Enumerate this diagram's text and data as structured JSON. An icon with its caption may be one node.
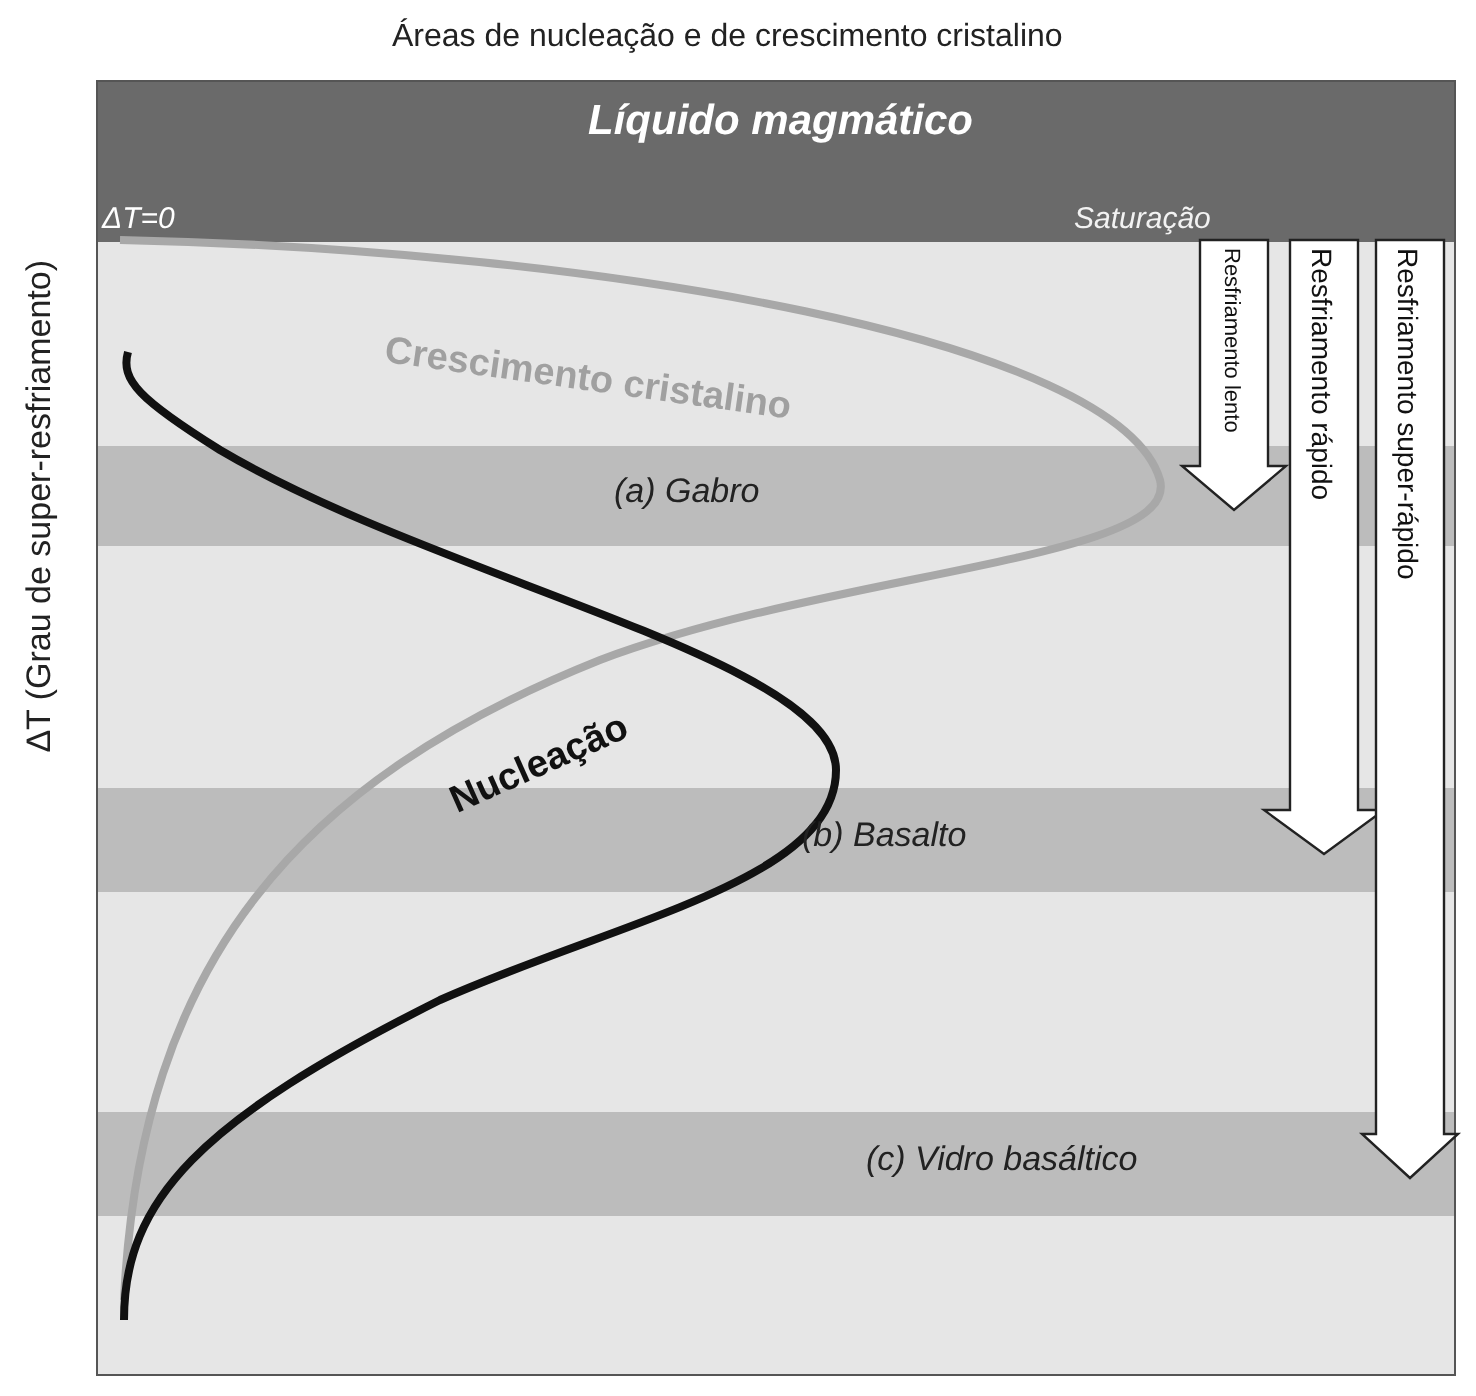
{
  "diagram": {
    "title": "Áreas de nucleação e de crescimento cristalino",
    "nodes": [
      {
        "text": [
          "Líquido magmático",
          "ΔT=0",
          "Saturação"
        ]
      },
      {
        "text": [
          "(a) Gabro"
        ]
      },
      {
        "text": [
          "(b) Basalto"
        ]
      },
      {
        "text": [
          "(c) Vidro basáltico"
        ]
      }
    ],
    "edges": [
      {
        "from": 0,
        "to": 1,
        "arrow": "to",
        "label": "Resfriamento lento"
      },
      {
        "from": 0,
        "to": 2,
        "arrow": "to",
        "label": "Resfriamento rápido"
      },
      {
        "from": 0,
        "to": 3,
        "arrow": "to",
        "label": "Resfriamento super-rápido"
      }
    ],
    "labels": [
      "Crescimento cristalino",
      "Nucleação",
      "ΔT (Grau de super-resfriamento)"
    ]
  }
}
